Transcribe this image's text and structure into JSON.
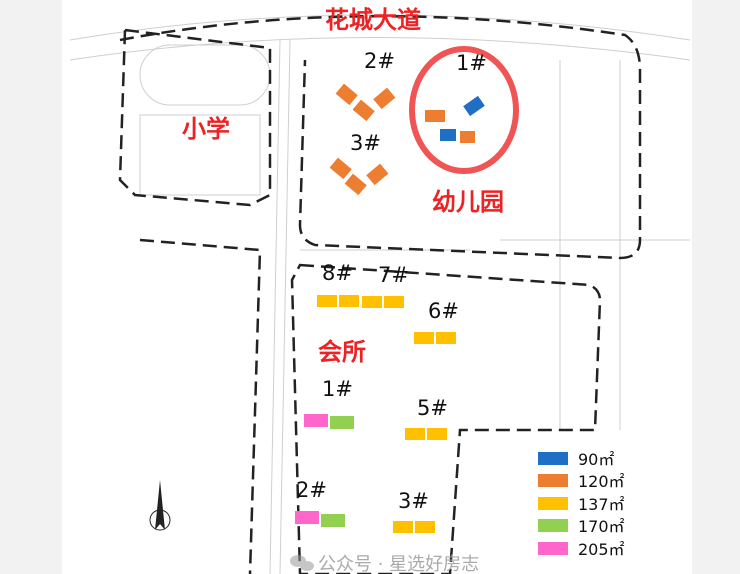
{
  "labels": {
    "road": "花城大道",
    "school": "小学",
    "kindergarten": "幼儿园",
    "clubhouse": "会所"
  },
  "buildings": {
    "north": [
      "2#",
      "1#",
      "3#"
    ],
    "south": [
      "8#",
      "7#",
      "6#",
      "1#",
      "5#",
      "2#",
      "3#"
    ]
  },
  "legend": [
    {
      "label": "90㎡",
      "color": "#1f6fc4"
    },
    {
      "label": "120㎡",
      "color": "#ed7d31"
    },
    {
      "label": "137㎡",
      "color": "#ffc000"
    },
    {
      "label": "170㎡",
      "color": "#92d050"
    },
    {
      "label": "205㎡",
      "color": "#ff66cc"
    }
  ],
  "watermark": "公众号 · 星选好房志"
}
